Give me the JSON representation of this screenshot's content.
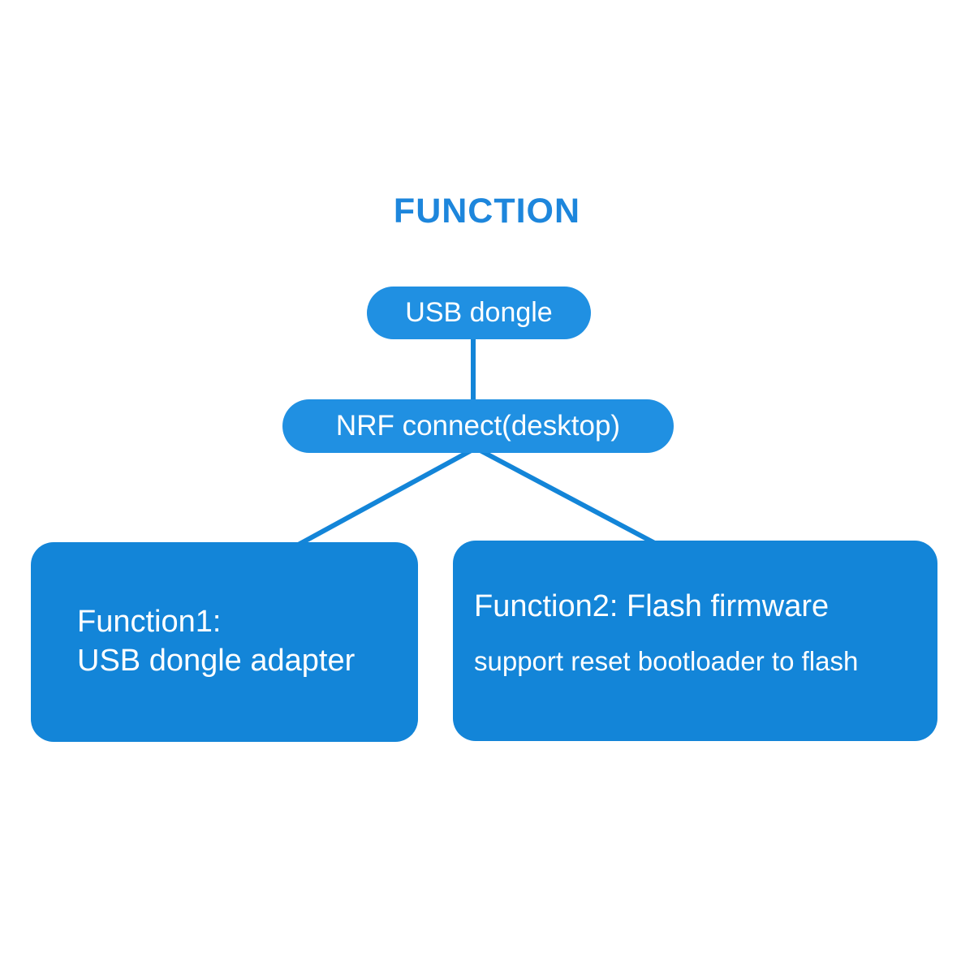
{
  "diagram": {
    "title": "FUNCTION",
    "colors": {
      "background": "#ffffff",
      "title_text": "#1d86dc",
      "pill_fill": "#2090e2",
      "node_fill": "#1385d8",
      "node_text": "#ffffff",
      "connector": "#1385d8"
    },
    "nodes": {
      "usb_dongle": {
        "label": "USB dongle"
      },
      "nrf_connect": {
        "label": "NRF connect(desktop)"
      },
      "function1": {
        "title": "Function1:",
        "subtitle": "USB dongle adapter"
      },
      "function2": {
        "title": "Function2: Flash firmware",
        "subtitle": "support reset bootloader to flash"
      }
    },
    "connections": [
      {
        "from": "usb_dongle",
        "to": "nrf_connect"
      },
      {
        "from": "nrf_connect",
        "to": "function1"
      },
      {
        "from": "nrf_connect",
        "to": "function2"
      }
    ]
  }
}
